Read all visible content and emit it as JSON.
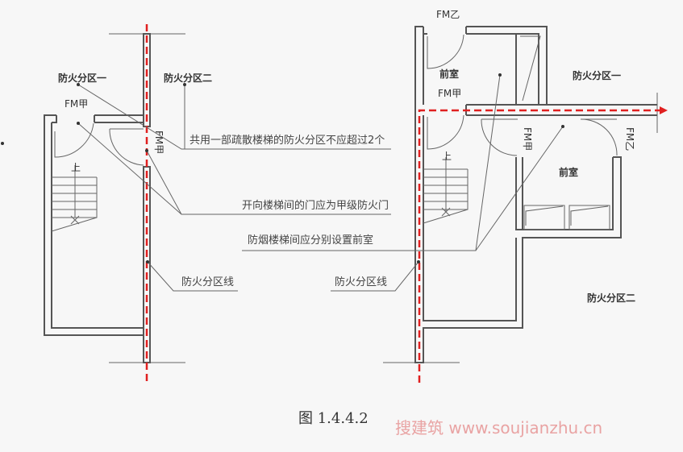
{
  "labels": {
    "left_zone1": "防火分区一",
    "left_zone2": "防火分区二",
    "left_door": "FM甲",
    "left_door_rot": "FM甲",
    "right_anteroom_top": "前室",
    "right_door_top": "FM甲",
    "right_door_top_label": "FM乙",
    "right_zone1": "防火分区一",
    "right_door_mid": "FM甲",
    "right_door_right": "FM乙",
    "right_anteroom_mid": "前室",
    "right_zone2": "防火分区二",
    "stair_up_left": "上",
    "stair_up_right": "上"
  },
  "notes": {
    "shared_stair": "共用一部疏散楼梯的防火分区不应超过2个",
    "door_grade": "开向楼梯间的门应为甲级防火门",
    "anteroom": "防烟楼梯间应分别设置前室",
    "zone_line_left": "防火分区线",
    "zone_line_right": "防火分区线"
  },
  "caption": "图 1.4.4.2",
  "watermark": "搜建筑 www.soujianzhu.cn",
  "colors": {
    "zone_line": "#e02020",
    "wall": "#555555",
    "watermark": "#e9a3a3"
  }
}
